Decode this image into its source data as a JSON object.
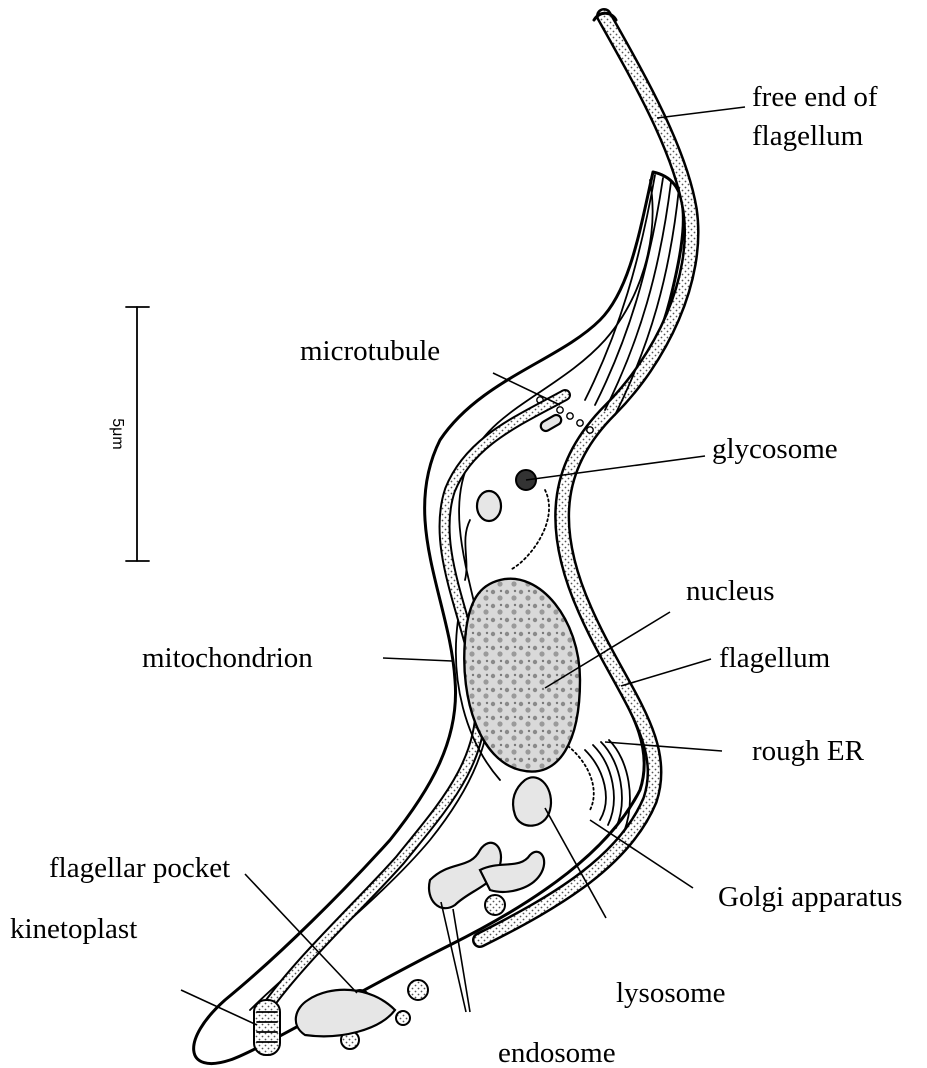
{
  "labels": {
    "free_end_line1": "free end of",
    "free_end_line2": "flagellum",
    "microtubule": "microtubule",
    "glycosome": "glycosome",
    "nucleus": "nucleus",
    "mitochondrion": "mitochondrion",
    "flagellum": "flagellum",
    "rough_er": "rough ER",
    "flagellar_pocket": "flagellar pocket",
    "golgi": "Golgi apparatus",
    "kinetoplast": "kinetoplast",
    "lysosome": "lysosome",
    "endosome": "endosome"
  },
  "scale_bar": {
    "label": "5μm"
  },
  "colors": {
    "ink": "#000000",
    "stipple": "#b4b4b4",
    "background": "#ffffff"
  }
}
